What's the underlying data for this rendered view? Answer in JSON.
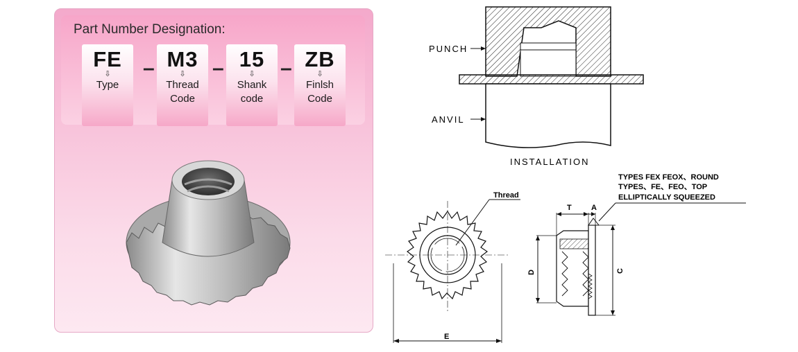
{
  "designation": {
    "title": "Part Number Designation:",
    "parts": [
      {
        "code": "FE",
        "label": [
          "Type"
        ]
      },
      {
        "code": "M3",
        "label": [
          "Thread",
          "Code"
        ]
      },
      {
        "code": "15",
        "label": [
          "Shank",
          "code"
        ]
      },
      {
        "code": "ZB",
        "label": [
          "Finlsh",
          "Code"
        ]
      }
    ],
    "separator": "–",
    "arrow_glyph": "⇩"
  },
  "installation": {
    "punch_label": "PUNCH",
    "anvil_label": "ANVIL",
    "caption": "INSTALLATION"
  },
  "drawing": {
    "thread_label": "Thread",
    "dim_e": "E",
    "dim_d": "D",
    "dim_c": "C",
    "dim_t": "T",
    "dim_a": "A",
    "note": [
      "TYPES FEX FEOX、ROUND",
      "TYPES、FE、FEO、TOP",
      "ELLIPTICALLY SQUEEZED"
    ]
  },
  "colors": {
    "accent_pink": "#f4a9cb",
    "metal": "#b9b9b9"
  }
}
